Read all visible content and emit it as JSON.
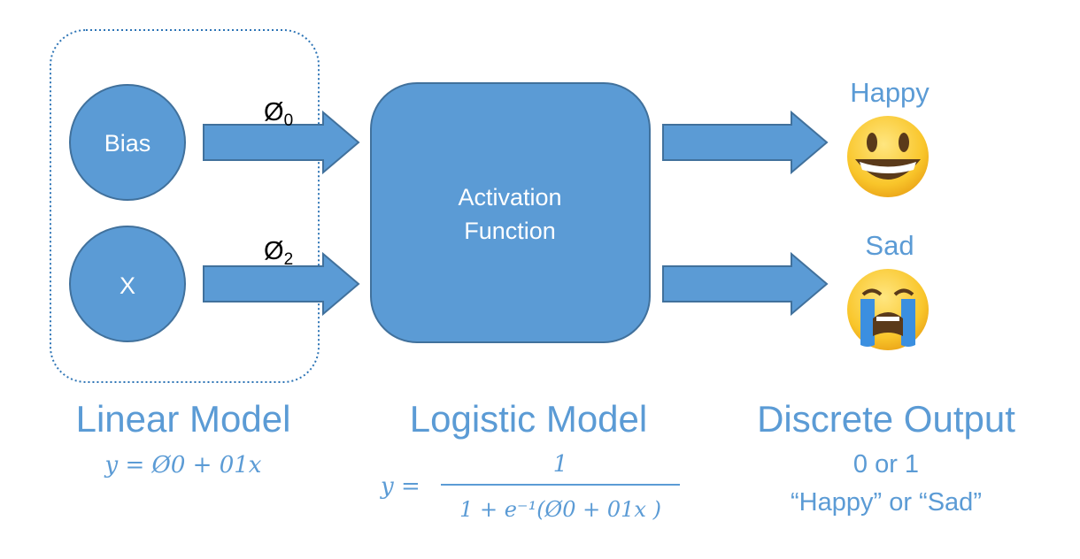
{
  "colors": {
    "node_fill": "#5b9bd5",
    "node_stroke": "#41719c",
    "heading_text": "#5b9bd5",
    "node_text": "#ffffff",
    "dotted_border": "#2e75b6",
    "emoji_face": "#f7c229",
    "emoji_tear": "#3b8fe0"
  },
  "inputs": {
    "bias_label": "Bias",
    "x_label": "X",
    "weight_0": "Ø0",
    "weight_0_main": "Ø",
    "weight_0_sub": "0",
    "weight_2": "Ø2",
    "weight_2_main": "Ø",
    "weight_2_sub": "2"
  },
  "activation": {
    "line1": "Activation",
    "line2": "Function"
  },
  "outputs": {
    "happy_label": "Happy",
    "sad_label": "Sad",
    "happy_icon": "grinning-face-icon",
    "sad_icon": "crying-face-icon"
  },
  "sections": {
    "linear": {
      "title": "Linear Model",
      "formula": "y = Ø0 + 01x"
    },
    "logistic": {
      "title": "Logistic Model",
      "formula_lhs": "y =",
      "numerator": "1",
      "denominator": "1 + e⁻¹(Ø0 + 01x )"
    },
    "discrete": {
      "title": "Discrete Output",
      "line1": "0 or 1",
      "line2": "“Happy” or “Sad”"
    }
  }
}
